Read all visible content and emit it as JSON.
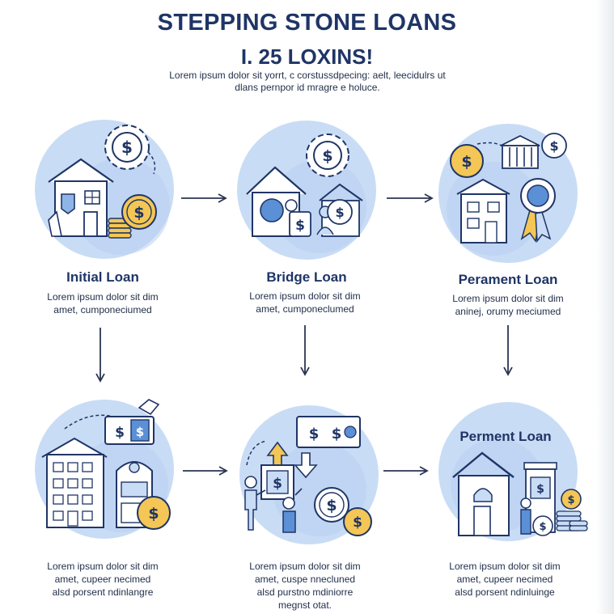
{
  "header": {
    "title": "STEPPING STONE LOANS",
    "subtitle": "I. 25 LOXINS!",
    "intro_lines": [
      "Lorem ipsum dolor sit yorrt, c corstussdpecing: aelt, leecidulrs ut",
      "dlans pernpor id mragre e holuce."
    ]
  },
  "steps": [
    {
      "id": "initial",
      "title": "Initial Loan",
      "desc_lines": [
        "Lorem ipsum dolor sit dim",
        "amet, cumponeciumed"
      ],
      "icons": [
        "gear-dollar-icon",
        "house-icon",
        "coin-stack-icon"
      ]
    },
    {
      "id": "bridge",
      "title": "Bridge Loan",
      "desc_lines": [
        "Lorem ipsum dolor sit dim",
        "amet, cumponeclumed"
      ],
      "icons": [
        "gear-dollar-icon",
        "house-icon",
        "people-icon",
        "dollar-document-icon"
      ]
    },
    {
      "id": "permanent",
      "title": "Perament Loan",
      "desc_lines": [
        "Lorem ipsum dolor sit dim",
        "aninej, orumy meciumed"
      ],
      "icons": [
        "bank-icon",
        "apartment-icon",
        "award-ribbon-icon",
        "dollar-coin-icon"
      ]
    },
    {
      "id": "bottom-left",
      "title": "",
      "desc_lines": [
        "Lorem ipsum dolor sit dim",
        "amet, cupeer necimed",
        "alsd porsent ndinlangre"
      ],
      "icons": [
        "apartment-building-icon",
        "cash-bill-icon",
        "vending-machine-icon",
        "dollar-coin-icon"
      ]
    },
    {
      "id": "bottom-center",
      "title": "",
      "desc_lines": [
        "Lorem ipsum dolor sit dim",
        "amet, cuspe nnecluned",
        "alsd purstno mdiniorre",
        "megnst otat."
      ],
      "icons": [
        "cash-bill-icon",
        "up-arrow-icon",
        "down-arrow-icon",
        "person-icon",
        "dollar-coin-icon"
      ]
    },
    {
      "id": "bottom-right",
      "title": "Perment Loan",
      "desc_lines": [
        "Lorem ipsum dolor sit dim",
        "amet, cupeer necimed",
        "alsd porsent ndinluinge"
      ],
      "icons": [
        "house-icon",
        "shop-icon",
        "person-icon",
        "coin-stack-icon"
      ]
    }
  ],
  "colors": {
    "navy": "#1f3566",
    "circle_light": "#c9dcf5",
    "circle_mid": "#aecbef",
    "accent_blue": "#5b8fd6",
    "coin_gold": "#f3c655"
  }
}
